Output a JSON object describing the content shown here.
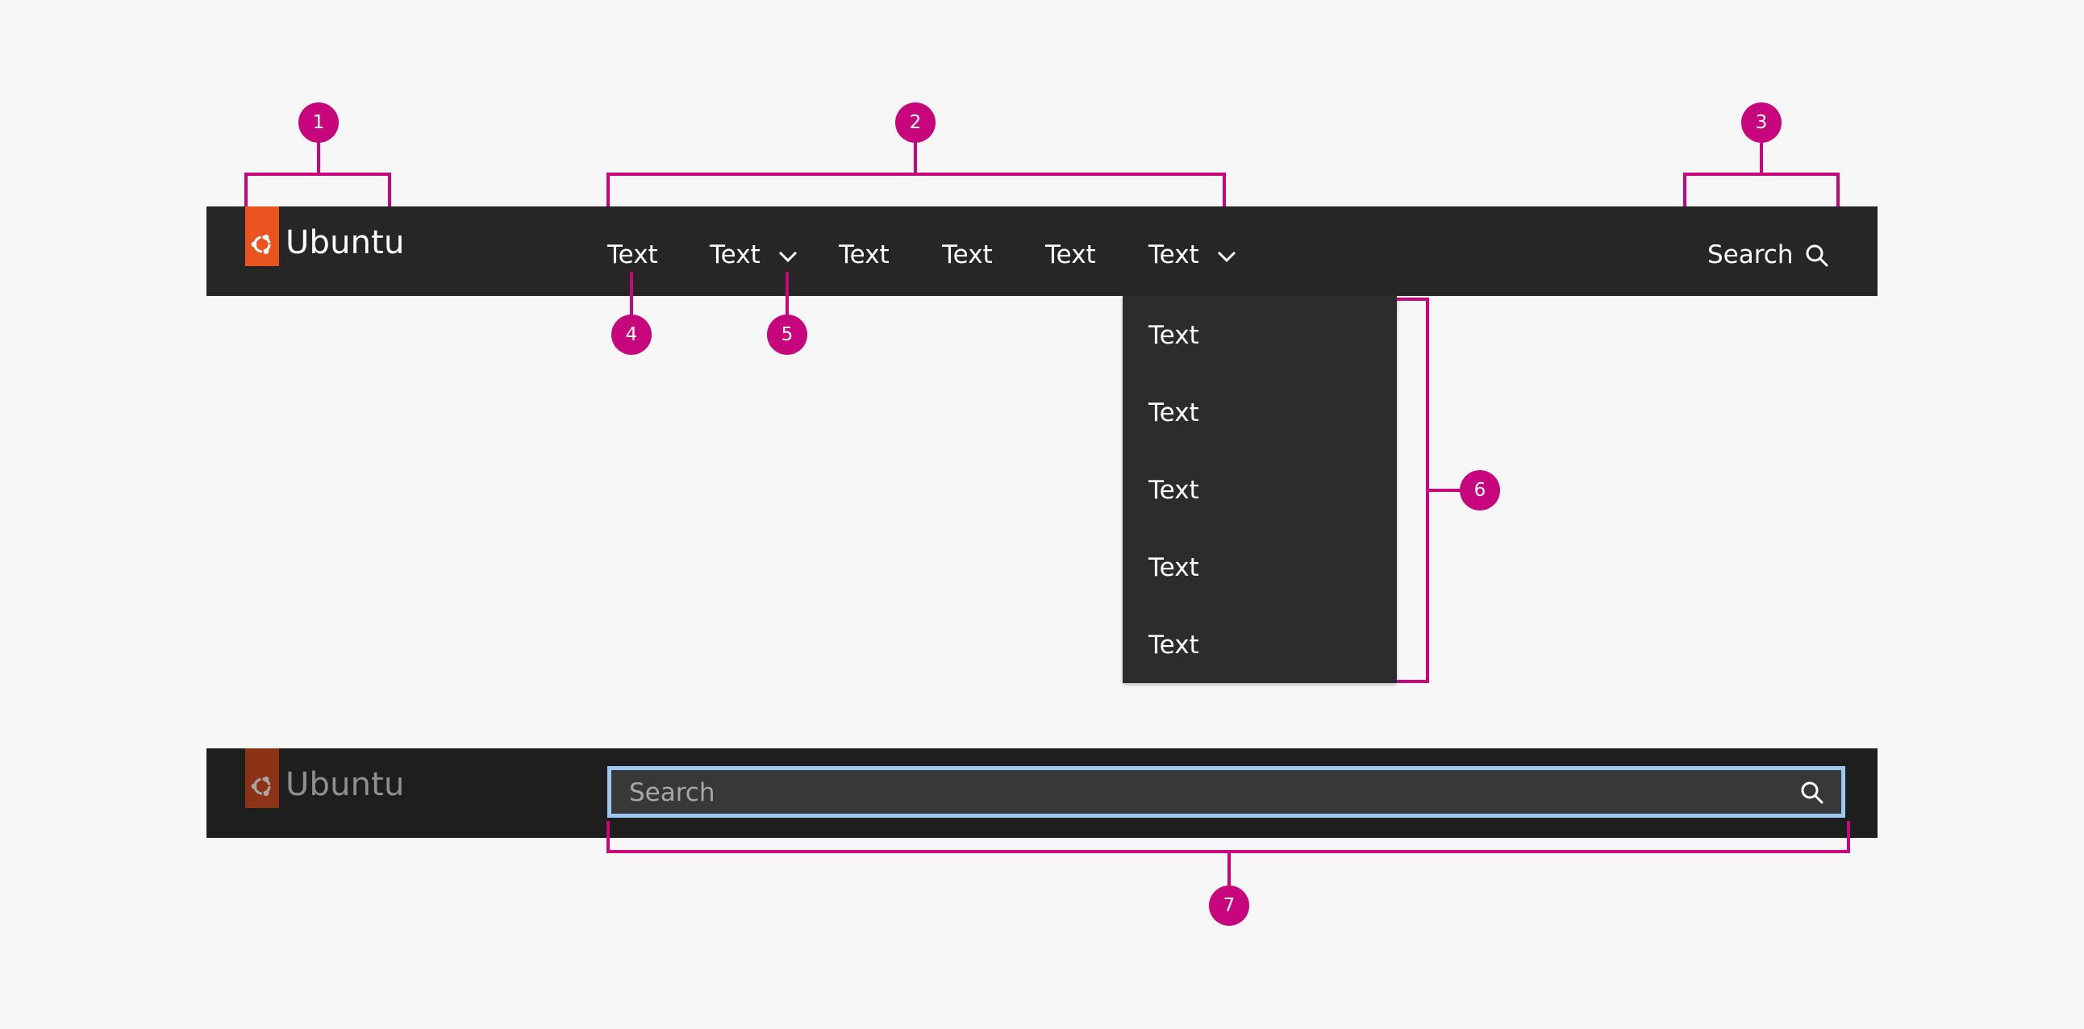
{
  "brand": {
    "name": "Ubuntu"
  },
  "nav": {
    "items": [
      {
        "label": "Text"
      },
      {
        "label": "Text"
      },
      {
        "label": "Text"
      },
      {
        "label": "Text"
      },
      {
        "label": "Text"
      },
      {
        "label": "Text"
      }
    ],
    "search_label": "Search"
  },
  "dropdown": {
    "items": [
      {
        "label": "Text"
      },
      {
        "label": "Text"
      },
      {
        "label": "Text"
      },
      {
        "label": "Text"
      },
      {
        "label": "Text"
      }
    ]
  },
  "search_bar": {
    "placeholder": "Search"
  },
  "annotations": {
    "markers": [
      "1",
      "2",
      "3",
      "4",
      "5",
      "6",
      "7"
    ]
  },
  "colors": {
    "background": "#f7f7f7",
    "navbar": "#262626",
    "dropdown": "#2c2c2c",
    "brand_orange": "#e95420",
    "annotation": "#c7057c",
    "focus_outline": "#9ec8f2"
  }
}
